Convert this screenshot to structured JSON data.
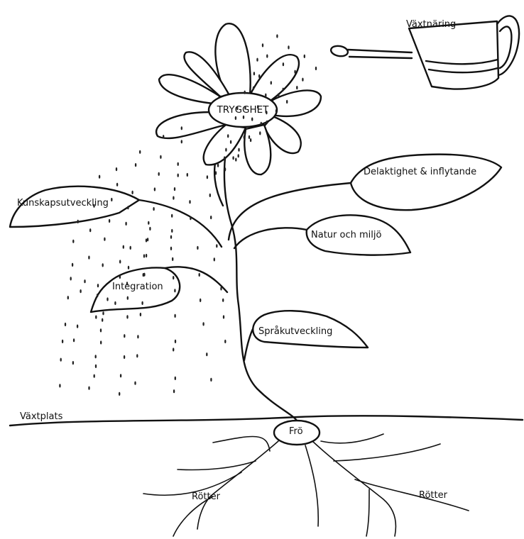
{
  "diagram": {
    "center": "TRYGGHET",
    "watering_can": "Växtnäring",
    "leaves": [
      "Delaktighet & inflytande",
      "Kunskapsutveckling",
      "Natur och miljö",
      "Integration",
      "Språkutveckling"
    ],
    "ground": "Växtplats",
    "seed": "Frö",
    "roots": [
      "Rötter",
      "Rötter"
    ]
  }
}
